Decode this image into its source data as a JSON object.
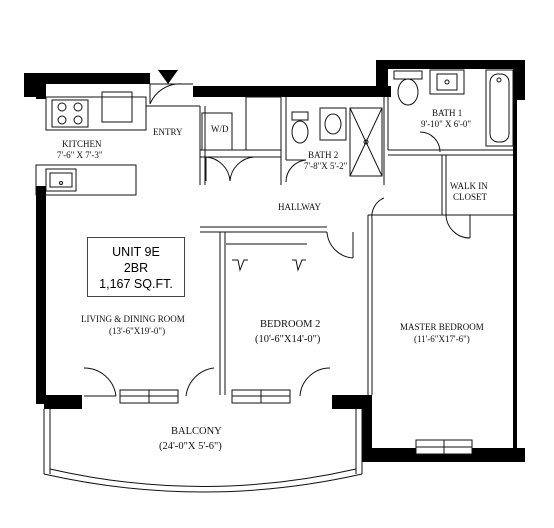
{
  "unit": {
    "name": "UNIT 9E",
    "type": "2BR",
    "area": "1,167 SQ.FT."
  },
  "rooms": {
    "kitchen": {
      "name": "KITCHEN",
      "size": "7'-6\" X 7'-3\""
    },
    "entry": {
      "name": "ENTRY"
    },
    "wd": {
      "name": "W/D"
    },
    "bath2": {
      "name": "BATH 2",
      "size": "7'-8\"X 5'-2\""
    },
    "bath1": {
      "name": "BATH 1",
      "size": "9'-10\" X 6'-0\""
    },
    "walk_in_closet": {
      "line1": "WALK IN",
      "line2": "CLOSET"
    },
    "hallway": {
      "name": "HALLWAY"
    },
    "living": {
      "name": "LIVING & DINING ROOM",
      "size": "(13'-6\"X19'-0\")"
    },
    "bedroom2": {
      "name": "BEDROOM 2",
      "size": "(10'-6\"X14'-0\")"
    },
    "master": {
      "name": "MASTER BEDROOM",
      "size": "(11'-6\"X17'-6\")"
    },
    "balcony": {
      "name": "BALCONY",
      "size": "(24'-0\"X 5'-6\")"
    }
  },
  "colors": {
    "wall": "#000000",
    "line": "#111111",
    "background": "#ffffff"
  },
  "icons": [
    "entry-arrow-icon",
    "stove-icon",
    "sink-icon",
    "toilet-icon",
    "bathtub-icon",
    "shower-icon"
  ]
}
